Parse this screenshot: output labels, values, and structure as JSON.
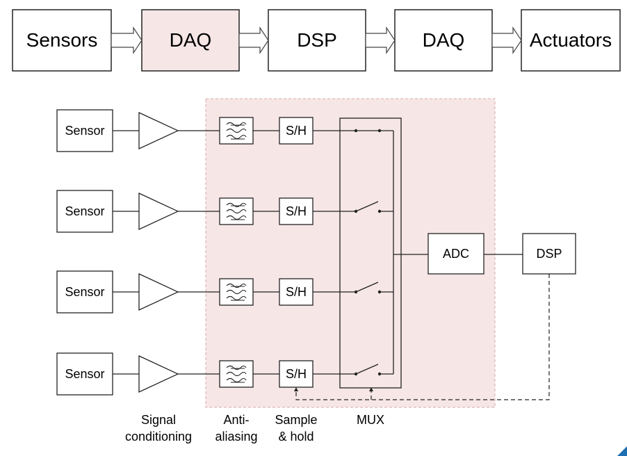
{
  "top_flow": {
    "blocks": [
      {
        "label": "Sensors",
        "highlight": false
      },
      {
        "label": "DAQ",
        "highlight": true
      },
      {
        "label": "DSP",
        "highlight": false
      },
      {
        "label": "DAQ",
        "highlight": false
      },
      {
        "label": "Actuators",
        "highlight": false
      }
    ]
  },
  "daq_detail": {
    "channels": [
      {
        "sensor": "Sensor",
        "sh": "S/H",
        "switch_closed": true
      },
      {
        "sensor": "Sensor",
        "sh": "S/H",
        "switch_closed": false
      },
      {
        "sensor": "Sensor",
        "sh": "S/H",
        "switch_closed": false
      },
      {
        "sensor": "Sensor",
        "sh": "S/H",
        "switch_closed": false
      }
    ],
    "adc": "ADC",
    "dsp": "DSP",
    "stage_labels": {
      "signal_conditioning": [
        "Signal",
        "conditioning"
      ],
      "anti_aliasing": [
        "Anti-",
        "aliasing"
      ],
      "sample_hold": [
        "Sample",
        "& hold"
      ],
      "mux": [
        "MUX"
      ]
    }
  },
  "colors": {
    "daq_fill": "#f6e6e6",
    "daq_border": "#d8a8a8",
    "line": "#222222",
    "corner_accent": "#1f6fb3"
  }
}
